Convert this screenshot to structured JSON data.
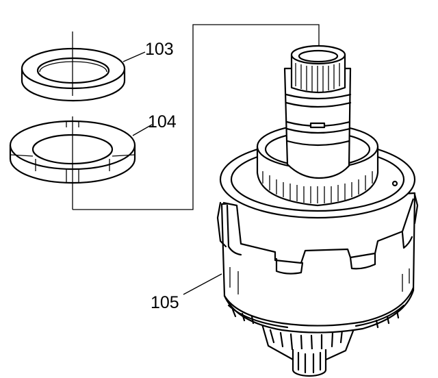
{
  "callouts": [
    {
      "id": "103",
      "text": "103"
    },
    {
      "id": "104",
      "text": "104"
    },
    {
      "id": "105",
      "text": "105"
    }
  ],
  "colors": {
    "line": "#000000",
    "background": "#ffffff"
  }
}
